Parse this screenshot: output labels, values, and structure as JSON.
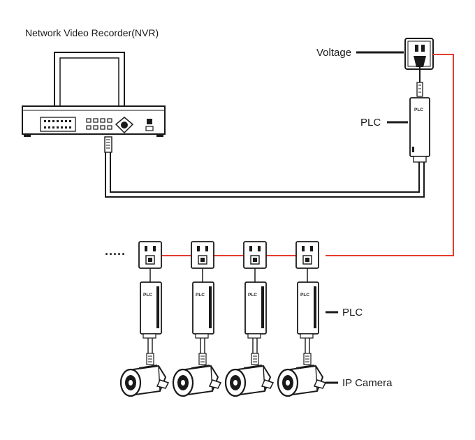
{
  "title": "Network Video Recorder(NVR)",
  "labels": {
    "voltage": "Voltage",
    "plc_top": "PLC",
    "plc_bottom": "PLC",
    "ip_camera": "IP Camera"
  },
  "device_tags": {
    "plc": "PLC"
  },
  "ellipsis": "·····",
  "colors": {
    "power_line": "#e63b2e",
    "outline": "#1a1a1a",
    "background": "#ffffff"
  },
  "icons": [
    "nvr-device-icon",
    "monitor-icon",
    "power-outlet-icon",
    "plc-adapter-icon",
    "ethernet-plug-icon",
    "ip-camera-icon"
  ]
}
